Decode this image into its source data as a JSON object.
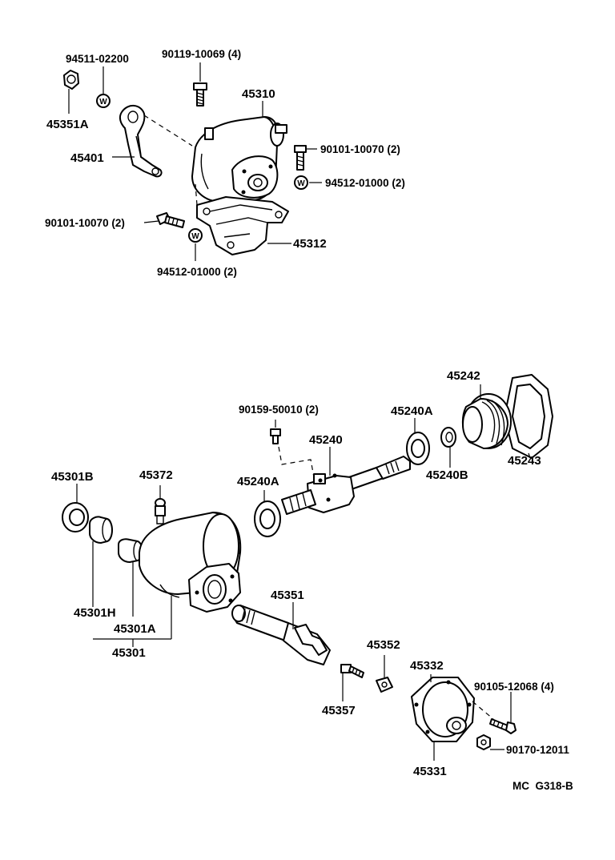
{
  "diagram_code": "MC  G318-B",
  "labels": {
    "p94511_02200": "94511-02200",
    "p90119_10069": "90119-10069 (4)",
    "p45310": "45310",
    "p45351A": "45351A",
    "p45401": "45401",
    "p90101_10070_right": "90101-10070 (2)",
    "p94512_01000_right": "94512-01000 (2)",
    "p90101_10070_left": "90101-10070 (2)",
    "p45312": "45312",
    "p94512_01000_bottom": "94512-01000 (2)",
    "p45242": "45242",
    "p90159_50010": "90159-50010 (2)",
    "p45240A_upper": "45240A",
    "p45240": "45240",
    "p45240A_lower": "45240A",
    "p45240B": "45240B",
    "p45243": "45243",
    "p45301B": "45301B",
    "p45372": "45372",
    "p45351": "45351",
    "p45301H": "45301H",
    "p45301A": "45301A",
    "p45301": "45301",
    "p45352": "45352",
    "p45332": "45332",
    "p90105_12068": "90105-12068 (4)",
    "p45357": "45357",
    "p90170_12011": "90170-12011",
    "p45331": "45331"
  },
  "washer_mark": "W"
}
